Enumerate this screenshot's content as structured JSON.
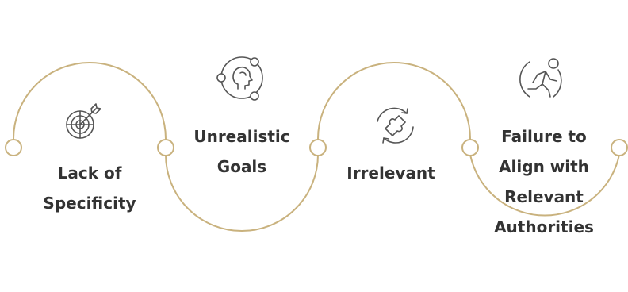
{
  "colors": {
    "line": "#c9b27e",
    "icon": "#555555",
    "text": "#333333",
    "background": "#ffffff"
  },
  "steps": [
    {
      "icon": "target-icon",
      "label_lines": [
        "Lack of",
        "Specificity"
      ]
    },
    {
      "icon": "head-cycle-icon",
      "label_lines": [
        "Unrealistic",
        "Goals"
      ]
    },
    {
      "icon": "puzzle-refresh-icon",
      "label_lines": [
        "Irrelevant"
      ]
    },
    {
      "icon": "running-figure-icon",
      "label_lines": [
        "Failure to",
        "Align with",
        "Relevant",
        "Authorities"
      ]
    }
  ]
}
